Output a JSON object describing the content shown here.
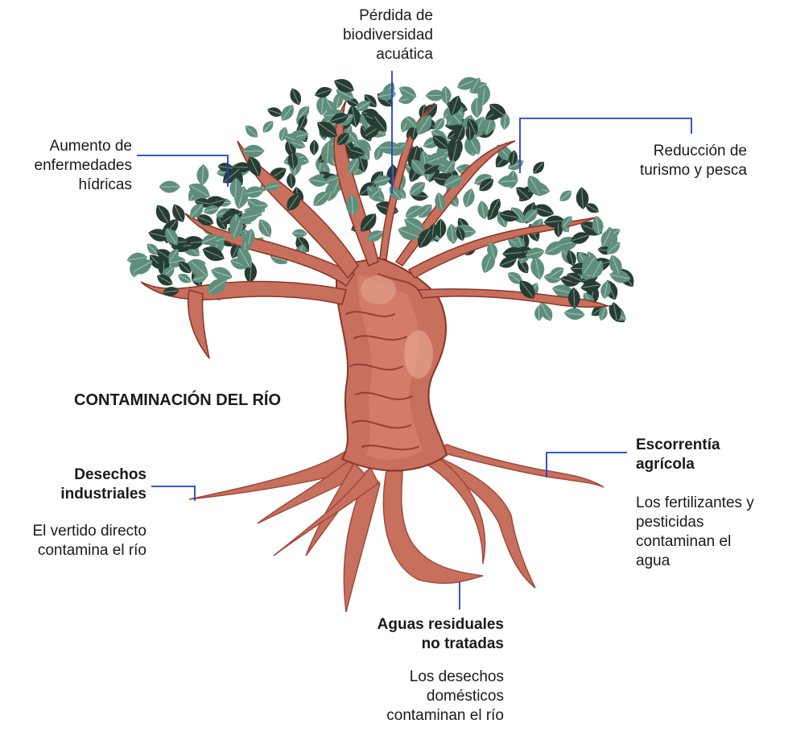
{
  "title": "CONTAMINACIÓN DEL RÍO",
  "colors": {
    "trunk": "#c8705e",
    "trunk_dark": "#8a3528",
    "trunk_light": "#e4a38f",
    "leaf_light": "#5f8f7c",
    "leaf_dark": "#263d33",
    "connector": "#1f3fd1"
  },
  "consequences": [
    {
      "lines": [
        "Pérdida de",
        "biodiversidad",
        "acuática"
      ]
    },
    {
      "lines": [
        "Aumento de",
        "enfermedades",
        "hídricas"
      ]
    },
    {
      "lines": [
        "Reducción de",
        "turismo y pesca"
      ]
    }
  ],
  "causes": [
    {
      "title": [
        "Desechos",
        "industriales"
      ],
      "desc": [
        "El vertido directo",
        "contamina el río"
      ]
    },
    {
      "title": [
        "Escorrentía",
        "agrícola"
      ],
      "desc": [
        "Los fertilizantes y",
        "pesticidas",
        "contaminan el",
        "agua"
      ]
    },
    {
      "title": [
        "Aguas residuales",
        "no tratadas"
      ],
      "desc": [
        "Los desechos",
        "domésticos",
        "contaminan el río"
      ]
    }
  ]
}
